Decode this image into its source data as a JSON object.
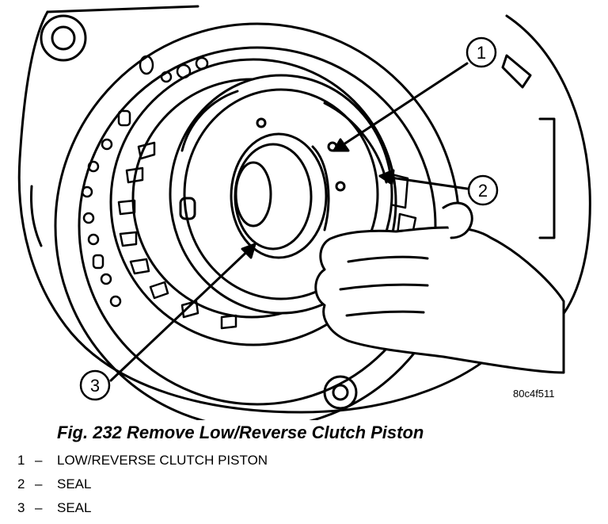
{
  "figure": {
    "code": "80c4f511",
    "callouts": [
      "1",
      "2",
      "3"
    ]
  },
  "caption": "Fig. 232 Remove Low/Reverse Clutch Piston",
  "legend": [
    {
      "number": "1",
      "separator": "–",
      "label": "LOW/REVERSE CLUTCH PISTON"
    },
    {
      "number": "2",
      "separator": "–",
      "label": "SEAL"
    },
    {
      "number": "3",
      "separator": "–",
      "label": "SEAL"
    }
  ]
}
